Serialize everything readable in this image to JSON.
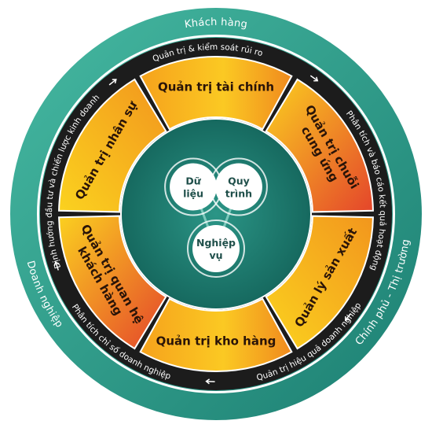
{
  "outer_ring": {
    "top": "Khách hàng",
    "left": "Doanh nghiệp",
    "right": "Chính phủ - Thị trường"
  },
  "band": [
    "Quản trị & kiểm soát rủi ro",
    "Phân tích và báo cáo kết quả hoạt động",
    "Quản trị hiệu quả doanh nghiệp",
    "Phân tích chỉ số doanh nghiệp",
    "Định hướng đầu tư và chiến lược kinh doanh"
  ],
  "segments": [
    {
      "lines": [
        "Quản trị tài chính"
      ]
    },
    {
      "lines": [
        "Quản trị chuỗi",
        "cung ứng"
      ]
    },
    {
      "lines": [
        "Quản lý sản xuất"
      ]
    },
    {
      "lines": [
        "Quản trị kho hàng"
      ]
    },
    {
      "lines": [
        "Quản trị quan hệ",
        "khách hàng"
      ]
    },
    {
      "lines": [
        "Quản trị nhân sự"
      ]
    }
  ],
  "hub": [
    {
      "lines": [
        "Dữ",
        "liệu"
      ]
    },
    {
      "lines": [
        "Quy",
        "trình"
      ]
    },
    {
      "lines": [
        "Nghiệp",
        "vụ"
      ]
    }
  ],
  "colors": {
    "outer_teal": "#2a9a86",
    "outer_teal_light": "#3fb39c",
    "band_dark": "#1c1c1c",
    "seg_dark_orange": "#f39a1d",
    "seg_yellow": "#fbd020",
    "seg_red": "#e4452b",
    "inner_teal": "#1d7f75",
    "hub_fill": "#ffffff"
  }
}
